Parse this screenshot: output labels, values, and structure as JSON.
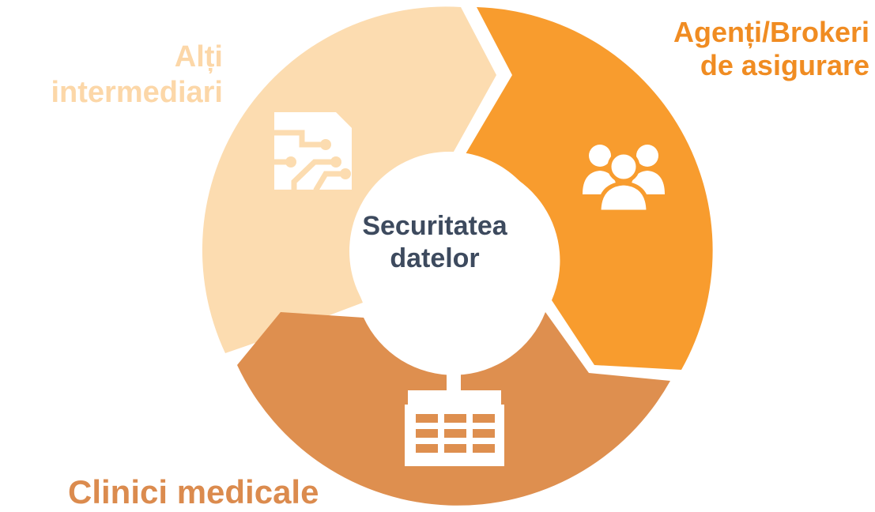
{
  "center": {
    "line1": "Securitatea",
    "line2": "datelor"
  },
  "segments": [
    {
      "id": "agents",
      "label_line1": "Agenți/Brokeri",
      "label_line2": "de asigurare",
      "icon": "people-group-icon",
      "color": "#f89c2e",
      "label_color": "#f08c22"
    },
    {
      "id": "clinics",
      "label_line1": "Clinici medicale",
      "icon": "hospital-building-icon",
      "color": "#de8f4f",
      "label_color": "#db8b4e"
    },
    {
      "id": "other",
      "label_line1": "Alți",
      "label_line2": "intermediari",
      "icon": "circuit-chip-icon",
      "color": "#fcdcb0",
      "label_color": "#fcd7a8"
    }
  ],
  "colors": {
    "center_text": "#3d4a5e",
    "icon_fill": "#ffffff",
    "background": "#ffffff"
  }
}
